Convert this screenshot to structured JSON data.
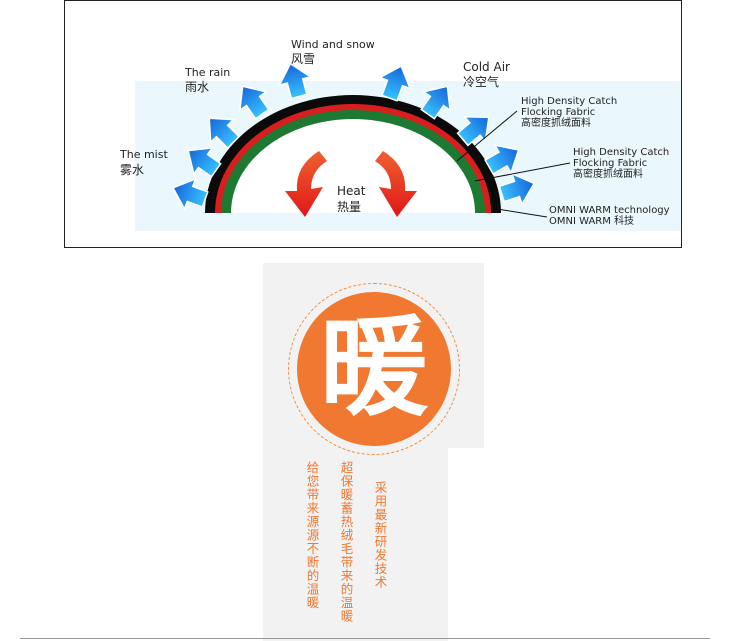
{
  "diagram": {
    "labels": {
      "wind_en": "Wind and snow",
      "wind_zh": "风雪",
      "rain_en": "The rain",
      "rain_zh": "雨水",
      "mist_en": "The mist",
      "mist_zh": "雾水",
      "cold_en": "Cold Air",
      "cold_zh": "冷空气",
      "heat_en": "Heat",
      "heat_zh": "热量",
      "fabric1_line1": "High Density Catch",
      "fabric1_line2": "Flocking Fabric",
      "fabric1_zh": "高密度抓绒面料",
      "fabric2_line1": "High Density Catch",
      "fabric2_line2": "Flocking Fabric",
      "fabric2_zh": "高密度抓绒面料",
      "omni_en": "OMNI WARM technology",
      "omni_zh": "OMNI WARM 科技"
    },
    "colors": {
      "outer_layer": "#0a0a0a",
      "middle_layer": "#d81e1e",
      "inner_layer": "#1e7a32",
      "cold_arrow": "#1a78d8",
      "heat_arrow": "#e83020"
    }
  },
  "warm_card": {
    "character": "暖",
    "columns": [
      "给您带来源源不断的温暖",
      "超保暖蓄热绒毛带来的温暖",
      "采用最新研发技术"
    ],
    "colors": {
      "accent": "#f07830",
      "background": "#f2f2f2"
    }
  }
}
